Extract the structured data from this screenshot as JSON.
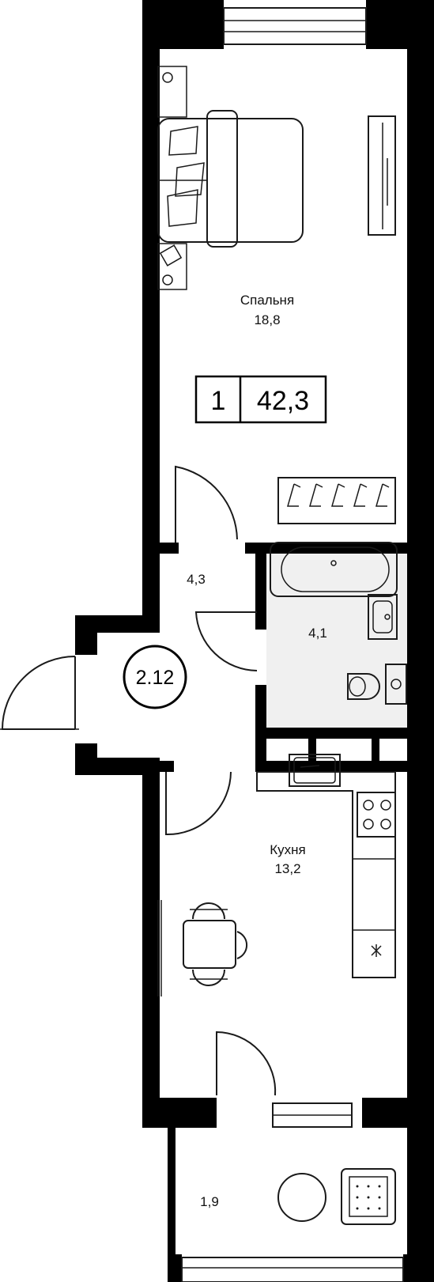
{
  "plan": {
    "apartment_number": "2.12",
    "rooms_count": "1",
    "total_area": "42,3",
    "rooms": {
      "bedroom": {
        "name": "Спальня",
        "area": "18,8"
      },
      "hall": {
        "area": "4,3"
      },
      "bathroom": {
        "area": "4,1"
      },
      "kitchen": {
        "name": "Кухня",
        "area": "13,2"
      },
      "balcony": {
        "area": "1,9"
      }
    }
  }
}
